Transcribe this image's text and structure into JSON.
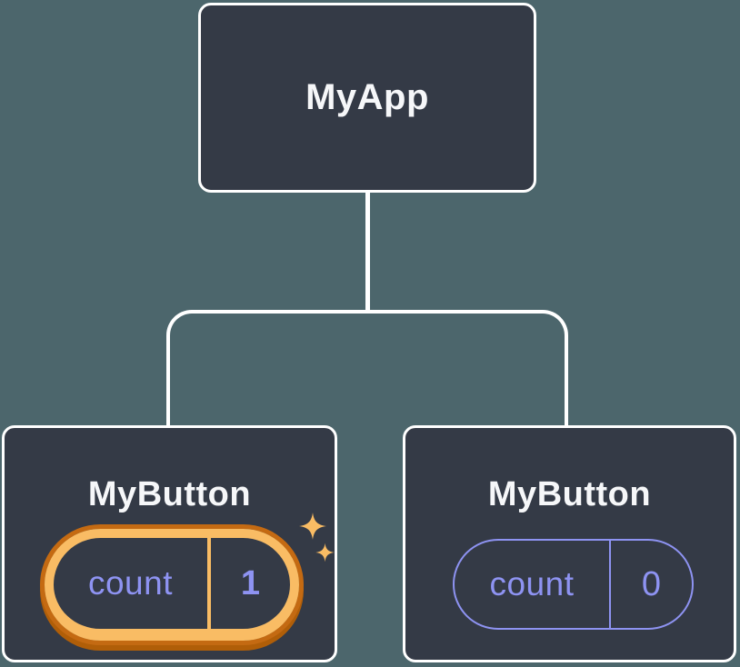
{
  "colors": {
    "canvas-bg": "#4c666c",
    "node-bg": "#343a46",
    "node-border": "#ffffff",
    "connector": "#ffffff",
    "text-primary": "#f6f7f9",
    "state-purple": "#8e93f2",
    "highlight-gold": "#f9bc64",
    "highlight-orange": "#c46a12",
    "highlight-orange-deep": "#b05e08"
  },
  "tree": {
    "root": {
      "label": "MyApp"
    },
    "children": [
      {
        "label": "MyButton",
        "state": {
          "key": "count",
          "value": "1"
        },
        "highlighted": true,
        "icon": "sparkles-icon"
      },
      {
        "label": "MyButton",
        "state": {
          "key": "count",
          "value": "0"
        },
        "highlighted": false
      }
    ]
  }
}
